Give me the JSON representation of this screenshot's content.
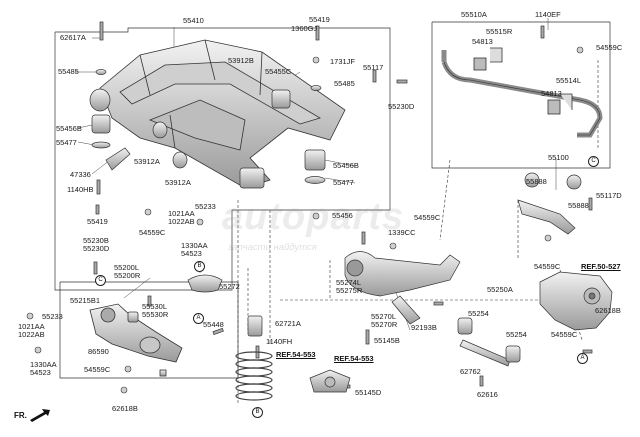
{
  "watermark": {
    "brand": "autoparts",
    "subtitle": "запчасти найдутся"
  },
  "orientation_label": "FR.",
  "references": {
    "r50527": "REF.50-527",
    "r54553a": "REF.54-553",
    "r54553b": "REF.54-553"
  },
  "markers": {
    "A": "A",
    "B": "B",
    "C": "C"
  },
  "labels": {
    "p55410": "55410",
    "p62617A": "62617A",
    "p55419_top": "55419",
    "p1360GJ": "1360GJ",
    "p55485_l": "55485",
    "p53912B": "53912B",
    "p1731JF": "1731JF",
    "p55455C": "55455C",
    "p55117": "55117",
    "p55485_r": "55485",
    "p55230D": "55230D",
    "p55456B_l": "55456B",
    "p55477_l": "55477",
    "p47336": "47336",
    "p53912A_1": "53912A",
    "p53912A_2": "53912A",
    "p1140HB": "1140HB",
    "p55456B_r": "55456B",
    "p55477_r": "55477",
    "p55419_bot": "55419",
    "p55233_top": "55233",
    "p1021AA_top": "1021AA",
    "p1022AB_top": "1022AB",
    "p54559C_mid": "54559C",
    "p55456": "55456",
    "p1330AA_top": "1330AA",
    "p54523_top": "54523",
    "p55230B": "55230B",
    "p55230D_l": "55230D",
    "p55200L": "55200L",
    "p55200R": "55200R",
    "p55272": "55272",
    "p55215B1": "55215B1",
    "p55530L": "55530L",
    "p55530R": "55530R",
    "p55233_l": "55233",
    "p1021AA_l": "1021AA",
    "p1022AB_l": "1022AB",
    "p86590": "86590",
    "p1330AA_l": "1330AA",
    "p54523_l": "54523",
    "p54559C_l": "54559C",
    "p55448": "55448",
    "p62721A": "62721A",
    "p1140FH": "1140FH",
    "p62618B_l": "62618B",
    "p55145D": "55145D",
    "p55510A": "55510A",
    "p1140EF": "1140EF",
    "p55515R": "55515R",
    "p54813_1": "54813",
    "p54559C_tr": "54559C",
    "p55514L": "55514L",
    "p54813_2": "54813",
    "p55100": "55100",
    "p55888_1": "55888",
    "p55117D": "55117D",
    "p55888_2": "55888",
    "p54559C_rm": "54559C",
    "p1339CC": "1339CC",
    "p54559C_c": "54559C",
    "p55274L": "55274L",
    "p55275R": "55275R",
    "p55270L": "55270L",
    "p55270R": "55270R",
    "p92193B": "92193B",
    "p55145B": "55145B",
    "p55250A": "55250A",
    "p55254_1": "55254",
    "p55254_2": "55254",
    "p62618B_r": "62618B",
    "p54559C_br": "54559C",
    "p62762": "62762",
    "p62616": "62616"
  }
}
